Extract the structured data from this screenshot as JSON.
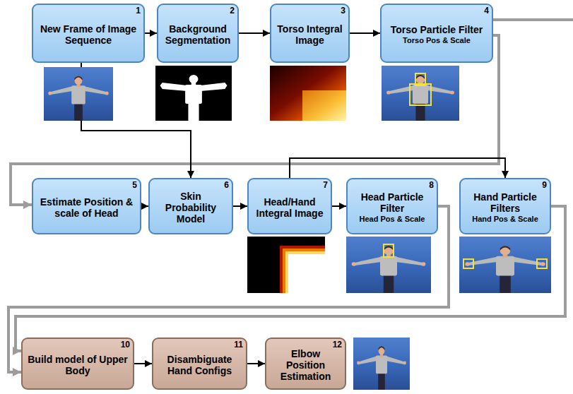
{
  "diagram": {
    "nodes": [
      {
        "text": [
          "New Frame of Image Sequence",
          "1"
        ]
      },
      {
        "text": [
          "Background Segmentation",
          "2"
        ]
      },
      {
        "text": [
          "Torso Integral Image",
          "3"
        ]
      },
      {
        "text": [
          "Torso Particle Filter",
          "Torso Pos & Scale",
          "4"
        ]
      },
      {
        "text": [
          "Estimate Position & scale of Head",
          "5"
        ]
      },
      {
        "text": [
          "Skin Probability Model",
          "6"
        ]
      },
      {
        "text": [
          "Head/Hand Integral Image",
          "7"
        ]
      },
      {
        "text": [
          "Head Particle Filter",
          "Head Pos & Scale",
          "8"
        ]
      },
      {
        "text": [
          "Hand Particle Filters",
          "Hand Pos & Scale",
          "9"
        ]
      },
      {
        "text": [
          "Build model of Upper Body",
          "10"
        ]
      },
      {
        "text": [
          "Disambiguate Hand Configs",
          "11"
        ]
      },
      {
        "text": [
          "Elbow Position Estimation",
          "12"
        ]
      }
    ],
    "edges": [
      {
        "from": 0,
        "to": 1,
        "arrow": "to"
      },
      {
        "from": 1,
        "to": 2,
        "arrow": "to"
      },
      {
        "from": 2,
        "to": 3,
        "arrow": "to"
      },
      {
        "from": 3,
        "to": 4,
        "arrow": "to"
      },
      {
        "from": 0,
        "to": 5,
        "arrow": "to"
      },
      {
        "from": 4,
        "to": 5,
        "arrow": "to"
      },
      {
        "from": 5,
        "to": 6,
        "arrow": "to"
      },
      {
        "from": 6,
        "to": 7,
        "arrow": "to"
      },
      {
        "from": 6,
        "to": 8,
        "arrow": "to"
      },
      {
        "from": 7,
        "to": 9,
        "arrow": "to"
      },
      {
        "from": 8,
        "to": 9,
        "arrow": "to"
      },
      {
        "from": 9,
        "to": 10,
        "arrow": "to"
      },
      {
        "from": 10,
        "to": 11,
        "arrow": "to"
      }
    ]
  }
}
